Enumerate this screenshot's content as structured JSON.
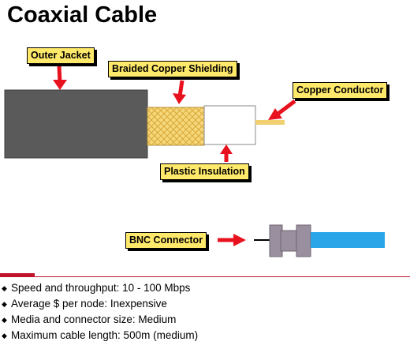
{
  "title": "Coaxial Cable",
  "labels": {
    "outer_jacket": "Outer Jacket",
    "braided_shielding": "Braided Copper Shielding",
    "copper_conductor": "Copper Conductor",
    "plastic_insulation": "Plastic Insulation",
    "bnc_connector": "BNC Connector"
  },
  "bullets": [
    {
      "mark": "◆",
      "text": "Speed and throughput:  10 - 100 Mbps"
    },
    {
      "mark": "◆",
      "text": "Average $ per node:  Inexpensive"
    },
    {
      "mark": "◆",
      "text": "Media and connector size:  Medium"
    },
    {
      "mark": "◆",
      "text": "Maximum cable length:  500m (medium)"
    }
  ],
  "colors": {
    "label_fill": "#ffe96b",
    "arrow": "#e8121f",
    "jacket": "#5a5a5a",
    "shield": "#f2c95a",
    "insulation": "#ffffff",
    "conductor": "#f0d070",
    "connector": "#9a8f9e",
    "cable_blue": "#2aa6e8",
    "divider": "#c0142b"
  }
}
